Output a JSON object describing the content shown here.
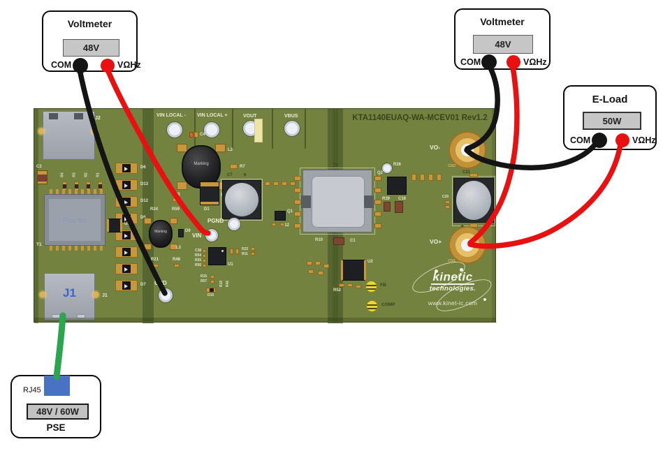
{
  "colors": {
    "wire_black": "#141414",
    "wire_red": "#e81010",
    "wire_green": "#2ba54e",
    "pcb_green": "#74823f",
    "pcb_dark_green": "#57652e",
    "pad_gold": "#c8973c",
    "display_gray": "#c6c6c6",
    "rj45_blue": "#4a72c4"
  },
  "instruments": {
    "voltmeter_left": {
      "title": "Voltmeter",
      "reading": "48V",
      "neg": "COM",
      "pos": "VΩHz"
    },
    "voltmeter_right": {
      "title": "Voltmeter",
      "reading": "48V",
      "neg": "COM",
      "pos": "VΩHz"
    },
    "eload": {
      "title": "E-Load",
      "reading": "50W",
      "neg": "COM",
      "pos": "VΩHz"
    }
  },
  "pse": {
    "port": "RJ45",
    "rating": "48V / 60W",
    "name": "PSE"
  },
  "board": {
    "title": "KTA1140EUAQ-WA-MCEV01 Rev1.2",
    "silk": {
      "vin_local_minus": "VIN LOCAL -",
      "vin_local_plus": "VIN LOCAL +",
      "vout": "VOUT",
      "vbus": "VBUS",
      "pgnd": "PGND",
      "vin": "VIN",
      "gnd": "GND",
      "vo_minus": "VO-",
      "cn2": "CN2",
      "vo_plus": "VO+",
      "cn1": "CN1",
      "fb": "FB",
      "comp": "COMP",
      "j1": "J1",
      "j2": "J2",
      "t1": "T1",
      "t2": "T2",
      "plus": "+"
    },
    "refs": {
      "l2": "L2",
      "r7": "R7",
      "c4": "C4",
      "c5": "C5",
      "r6": "R6",
      "d1": "D1",
      "c7": "C7",
      "c2": "C2",
      "c1": "C1",
      "r10": "R10",
      "d6": "D6",
      "d13": "D13",
      "d12": "D12",
      "d5": "D5",
      "d7": "D7",
      "r24": "R24",
      "r59": "R59",
      "d9": "D9",
      "l3": "L3",
      "r21": "R21",
      "r48": "R48",
      "u3": "U3",
      "q1": "Q1",
      "r12": "R12",
      "q2": "Q2",
      "r26": "R26",
      "r39": "R39",
      "c16": "C16",
      "c21": "C21",
      "c20": "C20",
      "u1": "U1",
      "u2": "U2",
      "r52": "R52",
      "r22": "R22",
      "r11": "R11",
      "r15": "R15",
      "r57": "R57",
      "d10": "D10",
      "r18": "R18",
      "r42": "R42",
      "c38": "C38",
      "r54": "R54",
      "r55": "R55",
      "r56": "R56",
      "r4": "R4",
      "r3": "R3",
      "r2": "R2",
      "r1": "R1",
      "marking": "Marking"
    },
    "logo": {
      "brand": "kinetic",
      "sub": "technologies.",
      "url": "www.kinet-ic.com"
    }
  }
}
